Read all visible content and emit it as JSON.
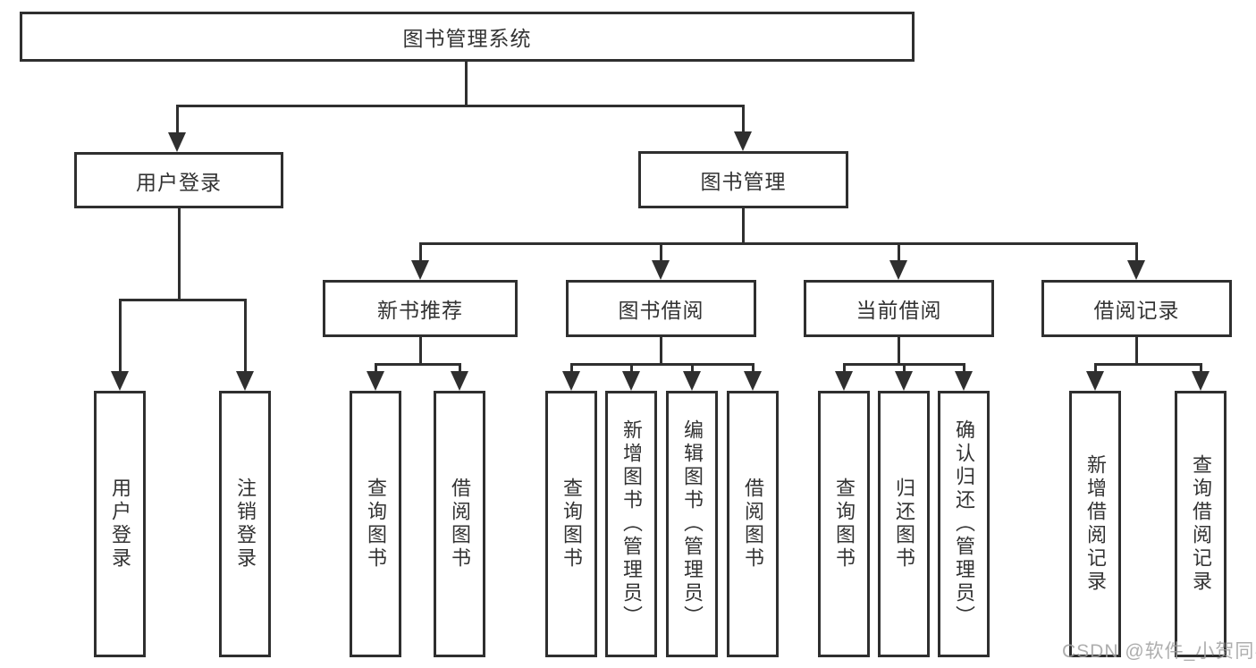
{
  "diagram": {
    "root": {
      "label": "图书管理系统"
    },
    "branches": [
      {
        "label": "用户登录",
        "leaves": [
          {
            "label": "用户登录"
          },
          {
            "label": "注销登录"
          }
        ]
      },
      {
        "label": "图书管理",
        "children": [
          {
            "label": "新书推荐",
            "leaves": [
              {
                "label": "查询图书"
              },
              {
                "label": "借阅图书"
              }
            ]
          },
          {
            "label": "图书借阅",
            "leaves": [
              {
                "label": "查询图书"
              },
              {
                "label": "新增图书（管理员）"
              },
              {
                "label": "编辑图书（管理员）"
              },
              {
                "label": "借阅图书"
              }
            ]
          },
          {
            "label": "当前借阅",
            "leaves": [
              {
                "label": "查询图书"
              },
              {
                "label": "归还图书"
              },
              {
                "label": "确认归还（管理员）"
              }
            ]
          },
          {
            "label": "借阅记录",
            "leaves": [
              {
                "label": "新增借阅记录"
              },
              {
                "label": "查询借阅记录"
              }
            ]
          }
        ]
      }
    ]
  },
  "watermark": {
    "label": "CSDN @软件_小贺同学"
  },
  "colors": {
    "line": "#2f2f2f",
    "text": "#333333",
    "box_background": "#ffffff",
    "watermark": "#a0a0a0"
  }
}
